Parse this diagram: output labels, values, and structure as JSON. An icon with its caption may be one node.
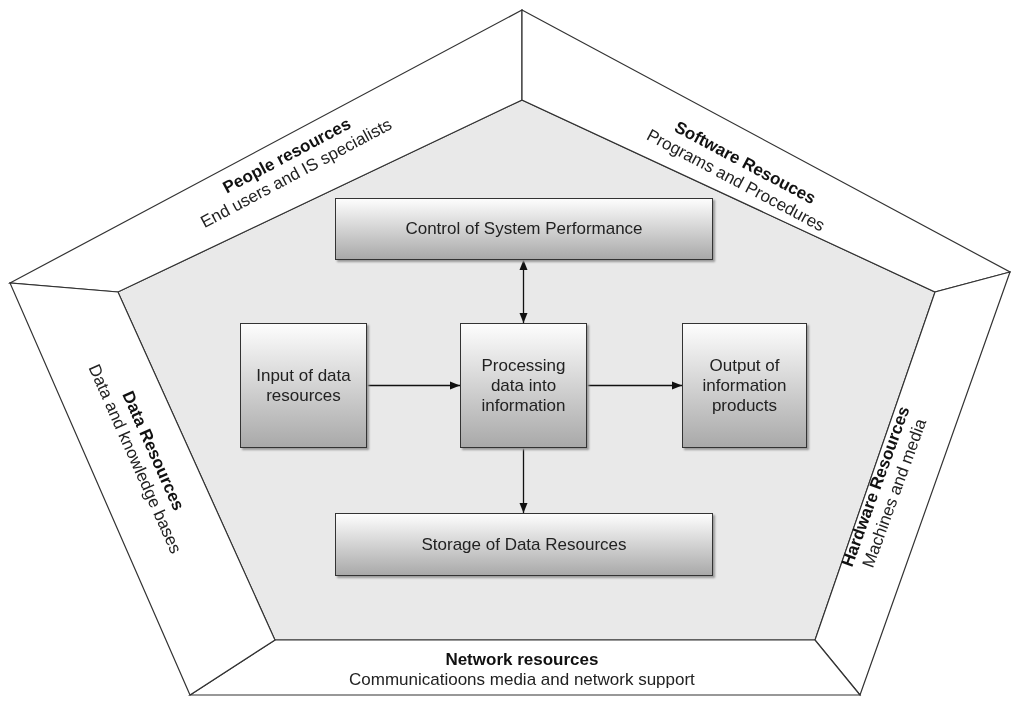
{
  "diagram": {
    "nodes": [
      {
        "text": [
          "People resources",
          "End users and IS specialists"
        ]
      },
      {
        "text": [
          "Software Resouces",
          "Programs and Procedures"
        ]
      },
      {
        "text": [
          "Hardware Resources",
          "Machines and media"
        ]
      },
      {
        "text": [
          "Network resources",
          "Communicatioons media and network support"
        ]
      },
      {
        "text": [
          "Data Resources",
          "Data and knowledge bases"
        ]
      },
      {
        "text": [
          "Control of System Performance"
        ]
      },
      {
        "text": [
          "Input of data resources"
        ]
      },
      {
        "text": [
          "Processing data into information"
        ]
      },
      {
        "text": [
          "Output of information products"
        ]
      },
      {
        "text": [
          "Storage of Data Resources"
        ]
      }
    ],
    "edges": [
      {
        "from": 6,
        "to": 7,
        "arrow": "to"
      },
      {
        "from": 7,
        "to": 8,
        "arrow": "to"
      },
      {
        "from": 5,
        "to": 7,
        "arrow": "both"
      },
      {
        "from": 7,
        "to": 9,
        "arrow": "to"
      }
    ]
  }
}
